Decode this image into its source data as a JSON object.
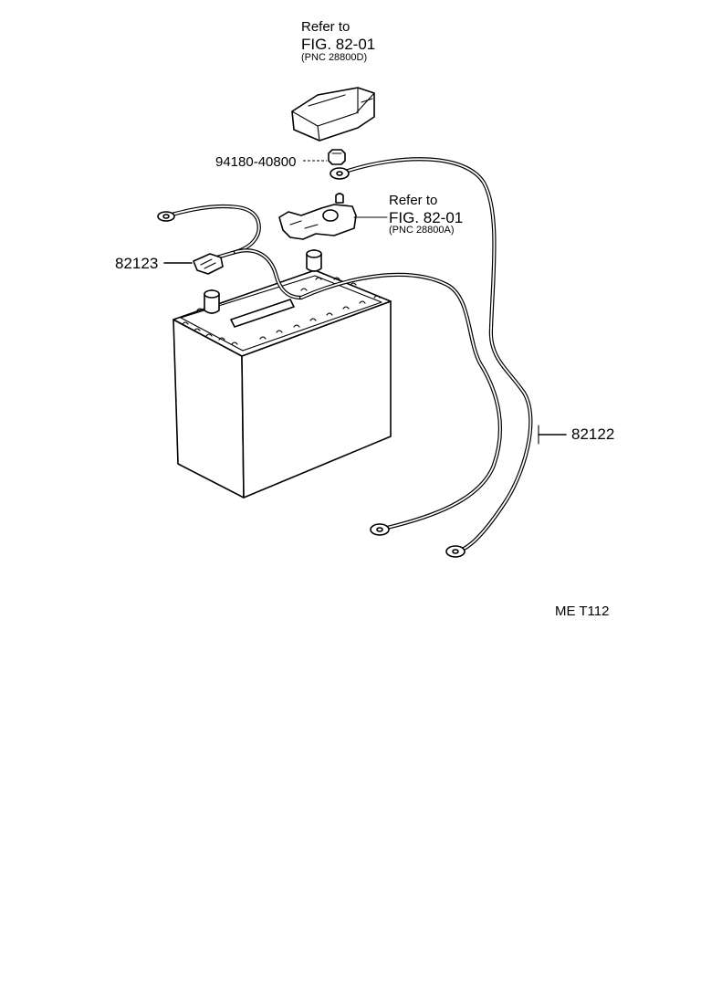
{
  "callouts": {
    "ref_top": {
      "line1": "Refer to",
      "line2": "FIG. 82-01",
      "line3": "(PNC 28800D)"
    },
    "ref_mid": {
      "line1": "Refer to",
      "line2": "FIG. 82-01",
      "line3": "(PNC 28800A)"
    },
    "part_nut": "94180-40800",
    "part_cable_small": "82123",
    "part_cable_long": "82122"
  },
  "footer": {
    "figure_code": "ME  T112"
  }
}
